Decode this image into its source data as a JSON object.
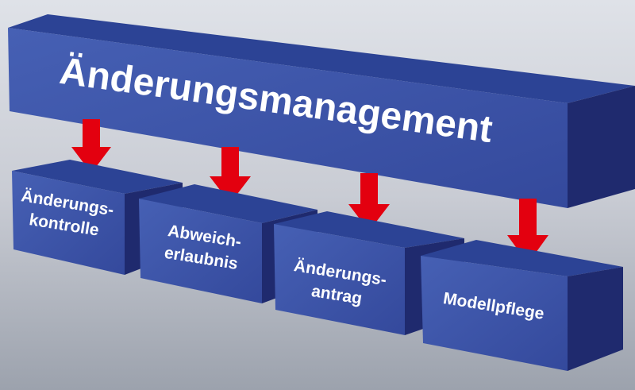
{
  "title": "Änderungsmanagement",
  "boxes": [
    {
      "line1": "Änderungs-",
      "line2": "kontrolle"
    },
    {
      "line1": "Abweich-",
      "line2": "erlaubnis"
    },
    {
      "line1": "Änderungs-",
      "line2": "antrag"
    },
    {
      "line1": "Modellpflege",
      "line2": ""
    }
  ],
  "colors": {
    "front": "#3d55a9",
    "top": "#2c4395",
    "side": "#1f2a6e",
    "arrow": "#e3000f"
  }
}
